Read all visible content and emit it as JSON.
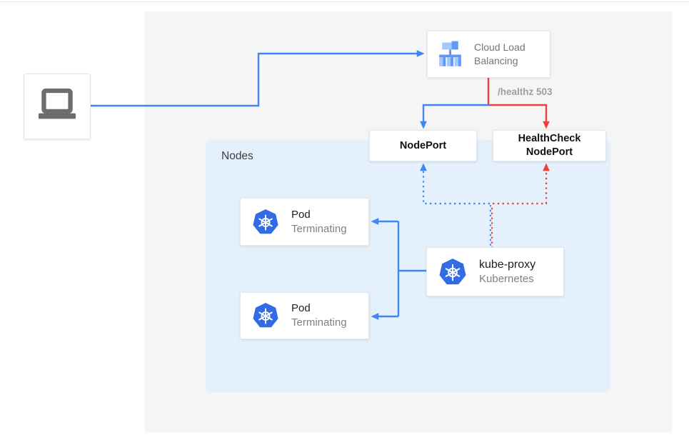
{
  "colors": {
    "line_blue": "#4285f4",
    "line_red": "#ea4335",
    "kubernetes_blue": "#326ce5",
    "nodes_bg": "#e4f0fc",
    "panel_bg": "#f5f5f6",
    "laptop_gray": "#6d6d6d"
  },
  "client": {
    "icon": "laptop-icon"
  },
  "load_balancer": {
    "label": "Cloud Load Balancing",
    "lines": [
      "Cloud Load",
      "Balancing"
    ],
    "icon": "cloud-load-balancing-icon"
  },
  "healthz_badge": "/healthz 503",
  "nodeport_box": {
    "label": "NodePort"
  },
  "healthcheck_box": {
    "lines": [
      "HealthCheck",
      "NodePort"
    ]
  },
  "nodes_group": {
    "label": "Nodes"
  },
  "pods": [
    {
      "title": "Pod",
      "status": "Terminating"
    },
    {
      "title": "Pod",
      "status": "Terminating"
    }
  ],
  "kube_proxy": {
    "title": "kube-proxy",
    "subtitle": "Kubernetes"
  }
}
